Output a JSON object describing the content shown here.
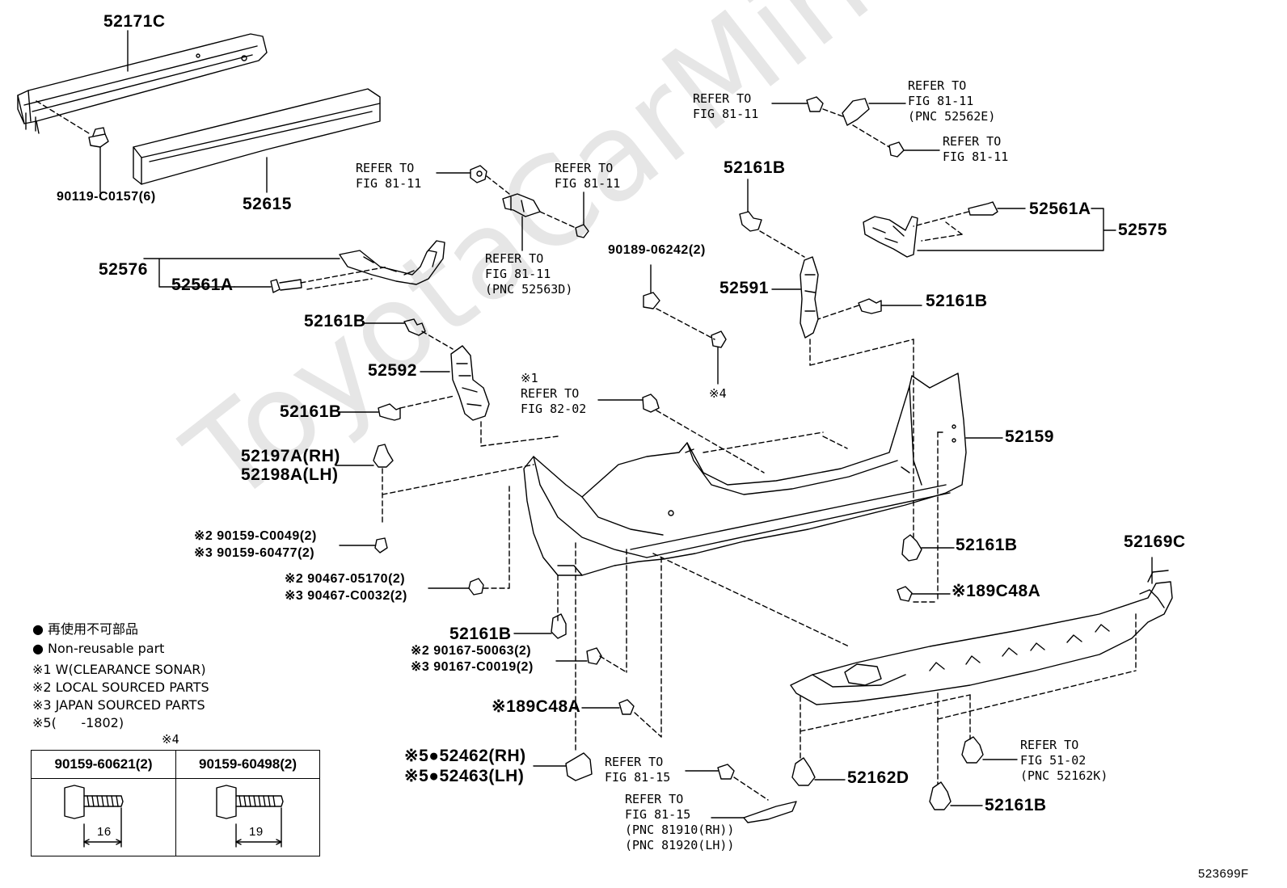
{
  "watermark": "ToyotaCarMine.ru",
  "figure_id": "523699F",
  "parts": {
    "p52171C": "52171C",
    "p90119": "90119-C0157(6)",
    "p52615": "52615",
    "p52576": "52576",
    "p52561A_left": "52561A",
    "p52561A_right": "52561A",
    "p52575": "52575",
    "p52161B_a": "52161B",
    "p52592": "52592",
    "p52161B_b": "52161B",
    "p52197A": "52197A(RH)",
    "p52198A": "52198A(LH)",
    "p90159_c0049": "※2 90159-C0049(2)",
    "p90159_60477": "※3 90159-60477(2)",
    "p90467_05170": "※2 90467-05170(2)",
    "p90467_c0032": "※3 90467-C0032(2)",
    "p52161B_c": "52161B",
    "p90167_50063": "※2 90167-50063(2)",
    "p90167_c0019": "※3 90167-C0019(2)",
    "p89C48A_left": "※189C48A",
    "p52462": "※5●52462(RH)",
    "p52463": "※5●52463(LH)",
    "p90189": "90189-06242(2)",
    "p52161B_top": "52161B",
    "p52591": "52591",
    "p52161B_right": "52161B",
    "p52159": "52159",
    "p52161B_mid": "52161B",
    "p89C48A_right": "※189C48A",
    "p52169C": "52169C",
    "p52162D": "52162D",
    "p52161B_bottom": "52161B",
    "star4": "※4"
  },
  "refs": {
    "ref_a": "REFER TO\nFIG 81-11",
    "ref_b": "REFER TO\nFIG 81-11",
    "ref_c": "REFER TO\nFIG 81-11\n(PNC 52563D)",
    "ref_d": "REFER TO\nFIG 81-11",
    "ref_e": "REFER TO\nFIG 81-11\n(PNC 52562E)",
    "ref_f": "REFER TO\nFIG 81-11",
    "ref_g": "※1\nREFER TO\nFIG 82-02",
    "ref_h": "REFER TO\nFIG 81-15",
    "ref_i": "REFER TO\nFIG 81-15\n(PNC 81910(RH))\n(PNC 81920(LH))",
    "ref_j": "REFER TO\nFIG 51-02\n(PNC 52162K)"
  },
  "notes": {
    "non_reusable_jp": "● 再使用不可部品",
    "non_reusable_en": "● Non-reusable part",
    "n1": "※1 W(CLEARANCE SONAR)",
    "n2": "※2 LOCAL SOURCED PARTS",
    "n3": "※3 JAPAN SOURCED PARTS",
    "n5": "※5(      -1802)"
  },
  "table": {
    "title": "※4",
    "col1": "90159-60621(2)",
    "col2": "90159-60498(2)",
    "dim1": "16",
    "dim2": "19"
  }
}
